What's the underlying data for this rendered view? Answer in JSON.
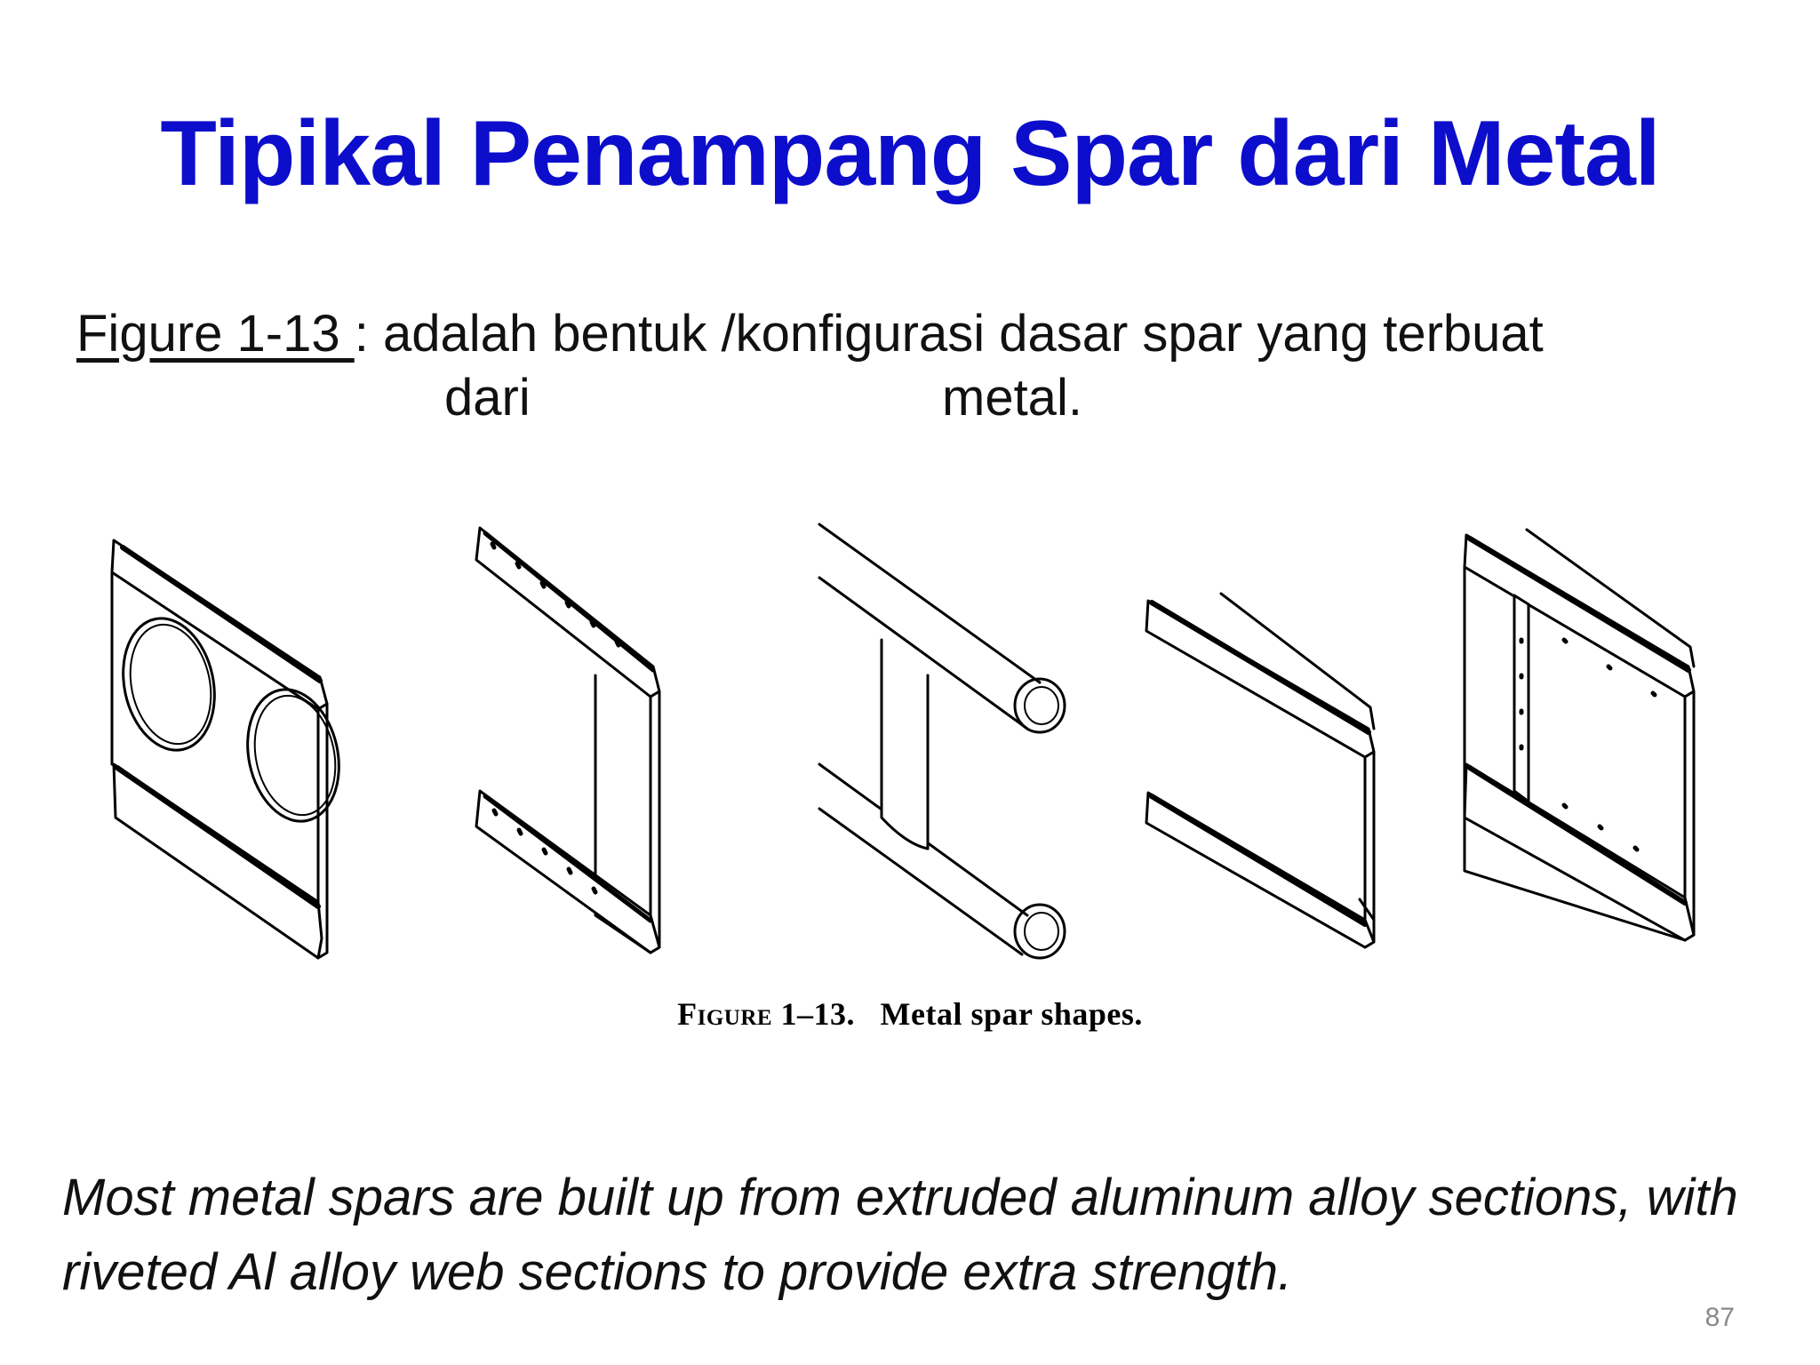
{
  "slide": {
    "title": "Tipikal Penampang Spar dari Metal",
    "intro": {
      "figure_ref": "Figure 1-13 ",
      "text_line1": ": adalah bentuk /konfigurasi dasar spar yang terbuat",
      "word_dari": "dari",
      "word_metal": "metal."
    },
    "figure": {
      "caption_label": "Figure 1–13.",
      "caption_text": "Metal spar shapes.",
      "shapes": [
        "lightening-hole-spar",
        "built-up-channel-spar",
        "tube-cap-spar",
        "i-beam-spar",
        "riveted-web-spar"
      ]
    },
    "note": "Most metal spars are built up from extruded aluminum alloy sections, with riveted Al alloy web sections to provide extra strength.",
    "page_number": "87"
  }
}
